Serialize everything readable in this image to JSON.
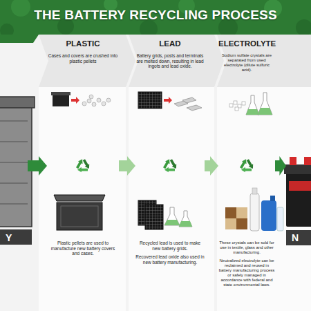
{
  "diagram": {
    "title": "THE BATTERY RECYCLING PROCESS",
    "nodes": [
      {
        "text": [
          "Y"
        ]
      },
      {
        "text": [
          "PLASTIC",
          "Cases and covers are crushed into plastic pellets",
          "Plastic pellets are used to manufacture new battery covers and cases."
        ]
      },
      {
        "text": [
          "LEAD",
          "Battery grids, posts and terminals are melted down, resulting in lead ingots and lead oxide.",
          "Recycled lead is used to make new battery grids.",
          "Recovered lead oxide also used in new battery manufacturing."
        ]
      },
      {
        "text": [
          "ELECTROLYTE",
          "Sodium sulfate crystals are separated from used electrolyte (dilute sulfuric acid).",
          "These crystals can be sold for use in textile, glass and other manufacturing.",
          "Neutralized electrolyte can be reclaimed and reused in battery manufacturing process or safely managed in accordance with federal and state environmental laws."
        ]
      },
      {
        "text": [
          "N"
        ]
      }
    ],
    "edges": [
      {
        "from": 0,
        "to": 1,
        "arrow": "to"
      },
      {
        "from": 1,
        "to": 2,
        "arrow": "to"
      },
      {
        "from": 2,
        "to": 3,
        "arrow": "to"
      },
      {
        "from": 3,
        "to": 4,
        "arrow": "to"
      }
    ]
  }
}
